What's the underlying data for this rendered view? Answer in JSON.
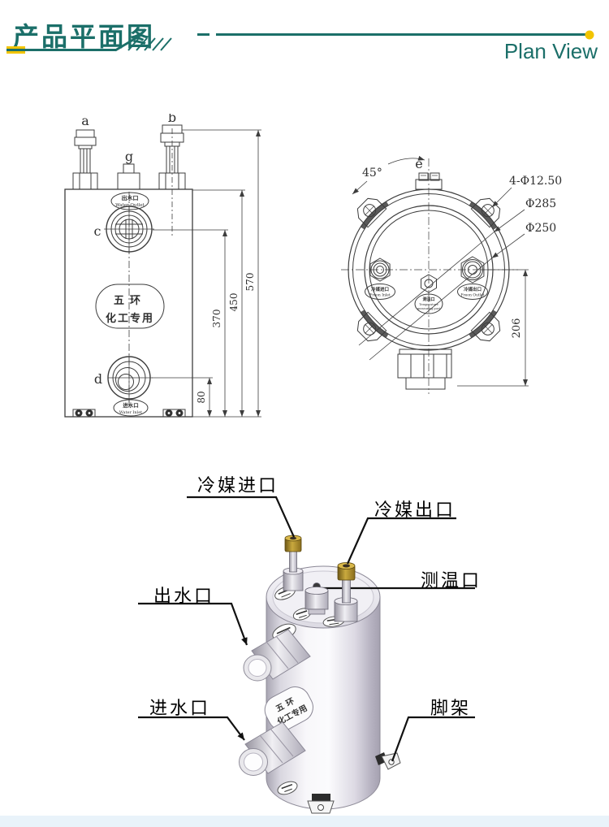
{
  "header": {
    "title": "产品平面图",
    "subtitle": "Plan View"
  },
  "front_view": {
    "labels": {
      "a": "a",
      "b": "b",
      "g": "g",
      "c": "c",
      "d": "d"
    },
    "water_outlet_cn": "出水口",
    "water_outlet_en": "Water Outlet",
    "water_inlet_cn": "进水口",
    "water_inlet_en": "Water Inlet",
    "brand_line1": "五环",
    "brand_line2": "化工专用",
    "dim_overall": "570",
    "dim_body": "450",
    "dim_upper_port": "370",
    "dim_lower_port": "80"
  },
  "top_view": {
    "label_e": "e",
    "angle": "45°",
    "bolt_holes": "4-Φ12.50",
    "dia_flange": "Φ285",
    "dia_body": "Φ250",
    "dim_height": "206",
    "freon_inlet_cn": "冷媒进口",
    "freon_inlet_en": "Freon Inlet",
    "temp_port_cn": "测温口",
    "temp_port_en1": "Temperature",
    "temp_port_en2": "measuring port",
    "freon_outlet_cn": "冷媒出口",
    "freon_outlet_en": "Freon Outlet"
  },
  "render": {
    "freon_inlet": "冷媒进口",
    "freon_outlet": "冷媒出口",
    "temp_port": "测温口",
    "water_outlet": "出水口",
    "water_inlet": "进水口",
    "foot": "脚架",
    "decal_line1": "五环",
    "decal_line2": "化工专用"
  },
  "colors": {
    "teal": "#1b6f69",
    "yellow": "#f2c400",
    "drawing_line": "#3d3d3d",
    "footer_strip": "#e9f3fa"
  }
}
